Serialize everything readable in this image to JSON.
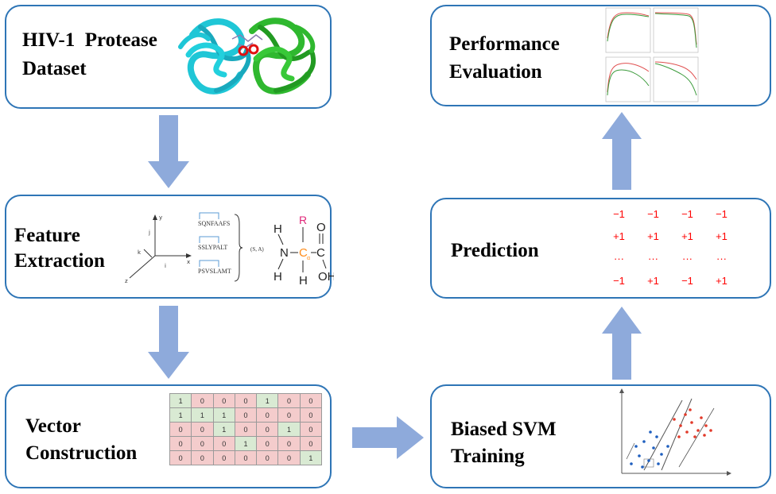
{
  "boxes": {
    "dataset": {
      "line1": "HIV-1  Protease",
      "line2": "Dataset"
    },
    "feature": {
      "line1": "Feature",
      "line2": "Extraction"
    },
    "vector": {
      "line1": "Vector",
      "line2": "Construction"
    },
    "svm": {
      "line1": "Biased SVM",
      "line2": "Training"
    },
    "prediction": {
      "line1": "Prediction"
    },
    "performance": {
      "line1": "Performance",
      "line2": "Evaluation"
    }
  },
  "feature_illustration": {
    "sequences": [
      "SQNFAAFS",
      "SSLYPALT",
      "PSVSLAMT"
    ],
    "pair_label": "(S, A)",
    "axis_labels": [
      "y",
      "j",
      "k",
      "i",
      "x",
      "z"
    ],
    "molecule": {
      "h1": "H",
      "n": "N",
      "h2": "H",
      "r": "R",
      "c_alpha": "C",
      "c_alpha_sub": "α",
      "h3": "H",
      "c": "C",
      "o": "O",
      "oh": "OH"
    }
  },
  "vector_matrix": [
    [
      "1",
      "0",
      "0",
      "0",
      "1",
      "0",
      "0"
    ],
    [
      "1",
      "1",
      "1",
      "0",
      "0",
      "0",
      "0"
    ],
    [
      "0",
      "0",
      "1",
      "0",
      "0",
      "1",
      "0"
    ],
    [
      "0",
      "0",
      "0",
      "1",
      "0",
      "0",
      "0"
    ],
    [
      "0",
      "0",
      "0",
      "0",
      "0",
      "0",
      "1"
    ]
  ],
  "prediction_values": [
    [
      "−1",
      "−1",
      "−1",
      "−1"
    ],
    [
      "+1",
      "+1",
      "+1",
      "+1"
    ],
    [
      "···",
      "···",
      "···",
      "···"
    ],
    [
      "−1",
      "+1",
      "−1",
      "+1"
    ]
  ],
  "colors": {
    "box_border": "#2e75b6",
    "arrow": "#8eaadb",
    "cell_one": "#d9ead3",
    "cell_zero": "#f4cccc",
    "prediction_text": "#ff0000",
    "cyan_chain": "#1fc6d6",
    "green_chain": "#2fb82f"
  }
}
